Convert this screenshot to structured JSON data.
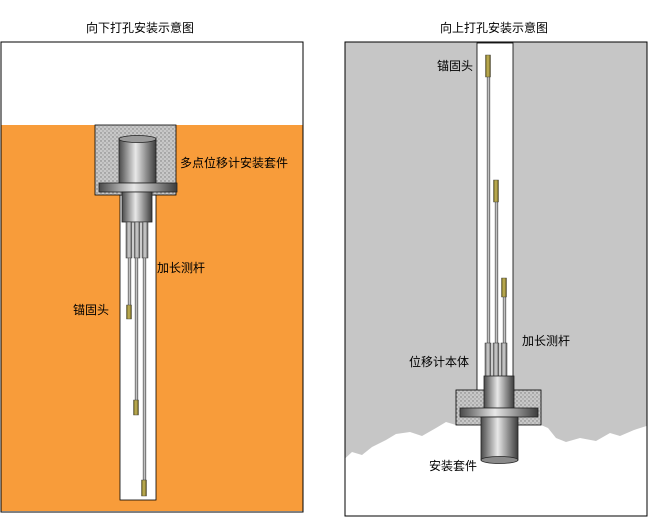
{
  "left_panel": {
    "title": "向下打孔安装示意图",
    "labels": {
      "install_kit": "多点位移计安装套件",
      "extension_rod": "加长测杆",
      "anchor_head": "锚固头"
    }
  },
  "right_panel": {
    "title": "向上打孔安装示意图",
    "labels": {
      "anchor_head": "锚固头",
      "extension_rod": "加长测杆",
      "meter_body": "位移计本体",
      "install_kit": "安装套件"
    }
  },
  "colors": {
    "soil": "#f89c3a",
    "rock": "#c6c6c6",
    "border": "#000000",
    "metal_dark": "#555555",
    "metal_light": "#e6e6e6",
    "anchor": "#9a8a30"
  }
}
